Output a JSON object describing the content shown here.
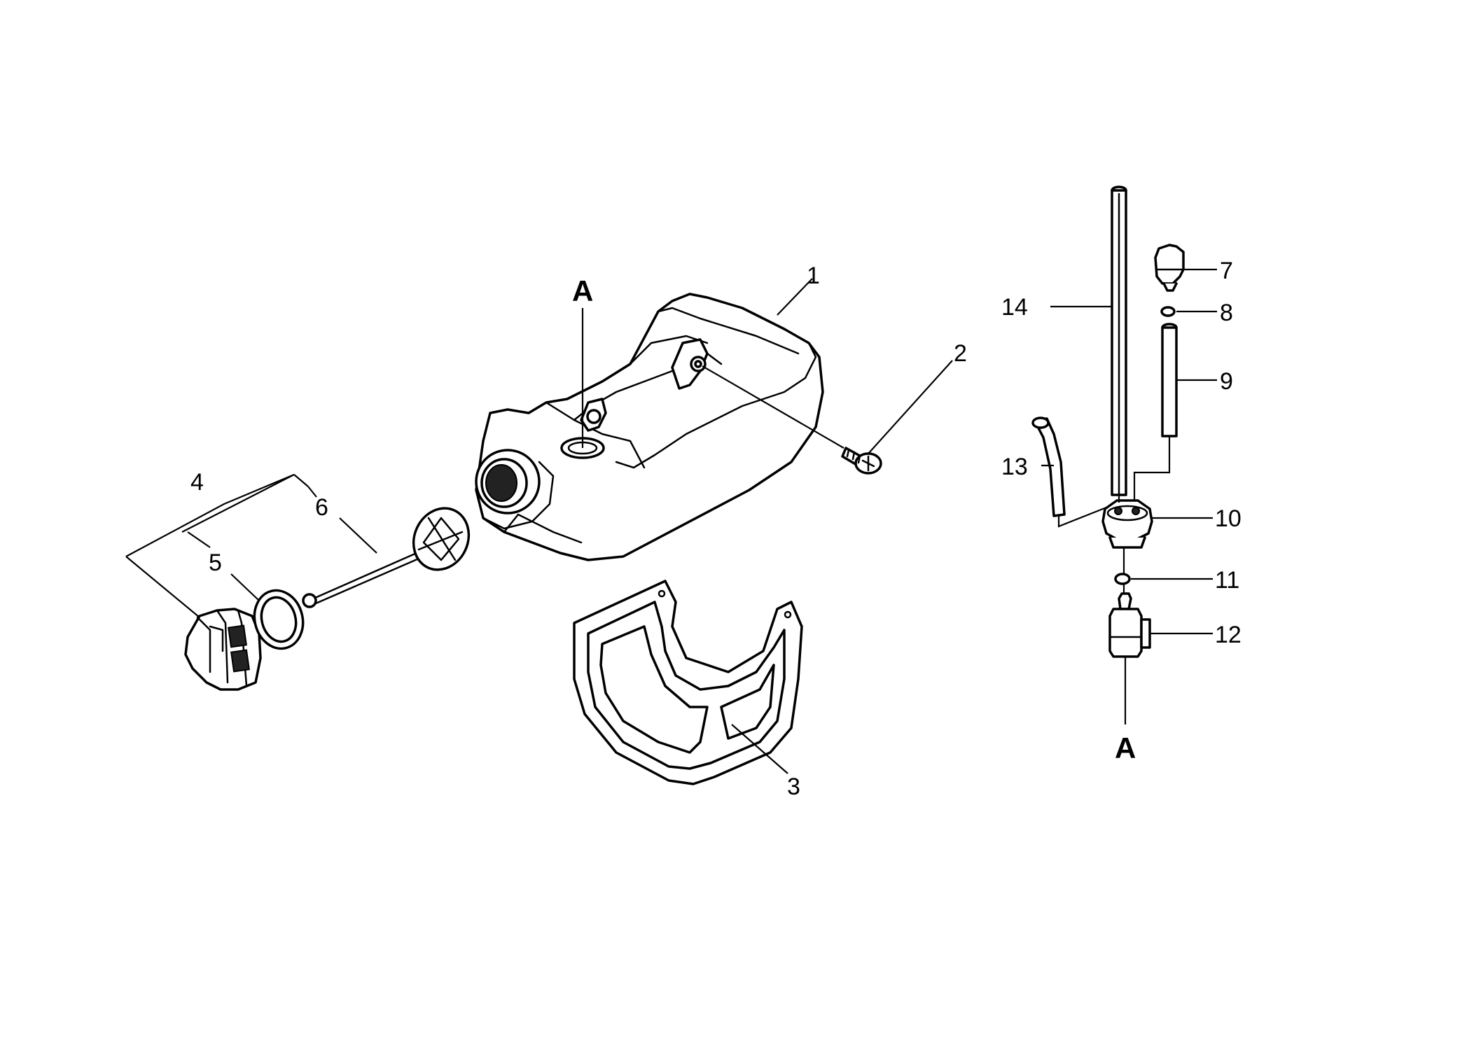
{
  "callouts": {
    "p1": "1",
    "p2": "2",
    "p3": "3",
    "p4": "4",
    "p5": "5",
    "p6": "6",
    "p7": "7",
    "p8": "8",
    "p9": "9",
    "p10": "10",
    "p11": "11",
    "p12": "12",
    "p13": "13",
    "p14": "14",
    "ref_top": "A",
    "ref_bottom": "A"
  }
}
